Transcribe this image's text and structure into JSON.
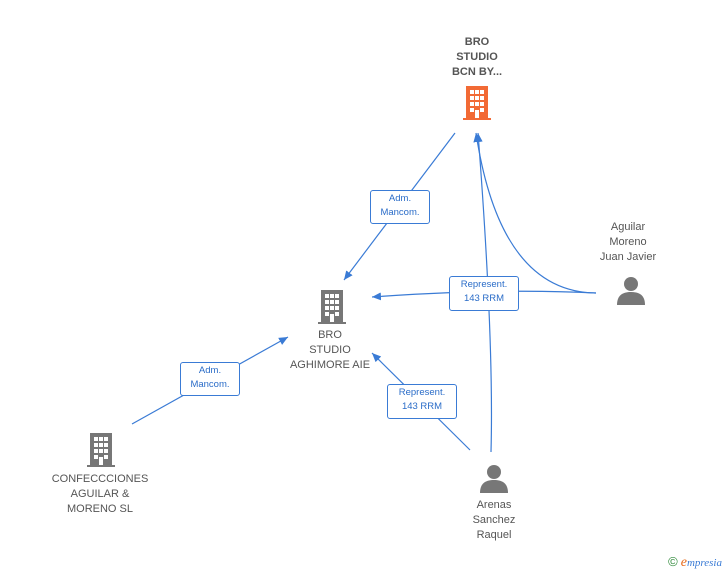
{
  "nodes": {
    "bro_bcn": {
      "lines": [
        "BRO",
        "STUDIO",
        "BCN BY..."
      ],
      "color": "#f26a35"
    },
    "bro_aghimore": {
      "lines": [
        "BRO",
        "STUDIO",
        "AGHIMORE AIE"
      ],
      "color": "#777777"
    },
    "confecciones": {
      "lines": [
        "CONFECCCIONES",
        "AGUILAR &",
        "MORENO  SL"
      ],
      "color": "#777777"
    },
    "aguilar": {
      "lines": [
        "Aguilar",
        "Moreno",
        "Juan Javier"
      ],
      "color": "#777777"
    },
    "arenas": {
      "lines": [
        "Arenas",
        "Sanchez",
        "Raquel"
      ],
      "color": "#777777"
    }
  },
  "edges": {
    "adm_top": [
      "Adm.",
      "Mancom."
    ],
    "adm_left": [
      "Adm.",
      "Mancom."
    ],
    "represent_right": [
      "Represent.",
      "143 RRM"
    ],
    "represent_bottom": [
      "Represent.",
      "143 RRM"
    ]
  },
  "edge_color": "#3a7bd5",
  "brand": {
    "copyright": "©",
    "e": "e",
    "rest": "mpresia"
  }
}
